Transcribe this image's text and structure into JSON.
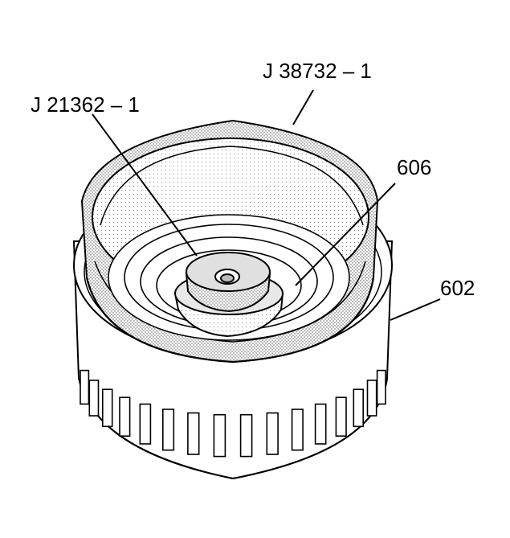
{
  "callouts": {
    "tool_outer": "J 38732 – 1",
    "tool_inner": "J 21362 – 1",
    "part_606": "606",
    "part_602": "602"
  },
  "colors": {
    "line": "#000000",
    "shading": "#c8c8c8",
    "background": "#ffffff"
  }
}
